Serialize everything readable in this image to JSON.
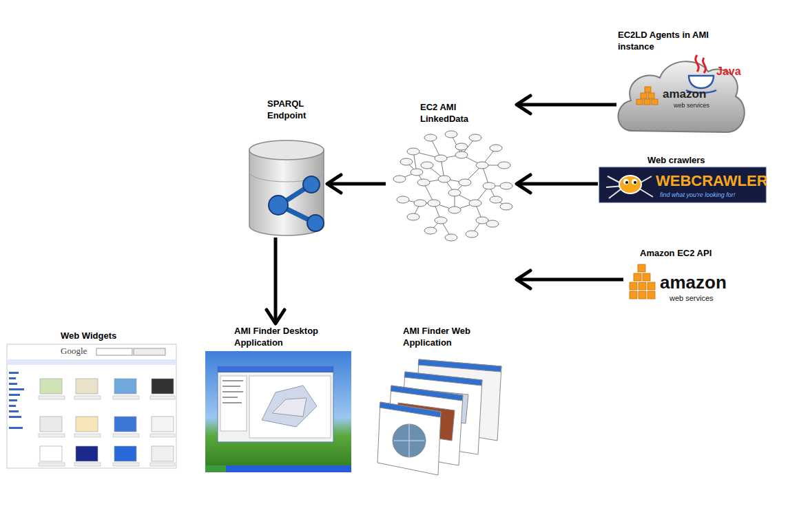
{
  "diagram": {
    "nodes": [
      {
        "text": [
          "EC2LD Agents in AMI instance"
        ]
      },
      {
        "text": [
          "SPARQL Endpoint"
        ]
      },
      {
        "text": [
          "EC2 AMI LinkedData"
        ]
      },
      {
        "text": [
          "Web crawlers"
        ]
      },
      {
        "text": [
          "Amazon EC2 API"
        ]
      },
      {
        "text": [
          "Web Widgets"
        ]
      },
      {
        "text": [
          "AMI Finder Desktop Application"
        ]
      },
      {
        "text": [
          "AMI Finder Web Application"
        ]
      }
    ],
    "edges": [
      {
        "from": 0,
        "to": 2,
        "arrow": "to"
      },
      {
        "from": 3,
        "to": 2,
        "arrow": "to"
      },
      {
        "from": 4,
        "to": 2,
        "arrow": "to"
      },
      {
        "from": 2,
        "to": 1,
        "arrow": "to"
      },
      {
        "from": 1,
        "to": 6,
        "arrow": "to"
      }
    ],
    "labels": [
      "Java",
      "amazon",
      "web services",
      "WEBCRAWLER",
      "find what you're looking for!",
      "amazon",
      "web services",
      "Google"
    ]
  }
}
